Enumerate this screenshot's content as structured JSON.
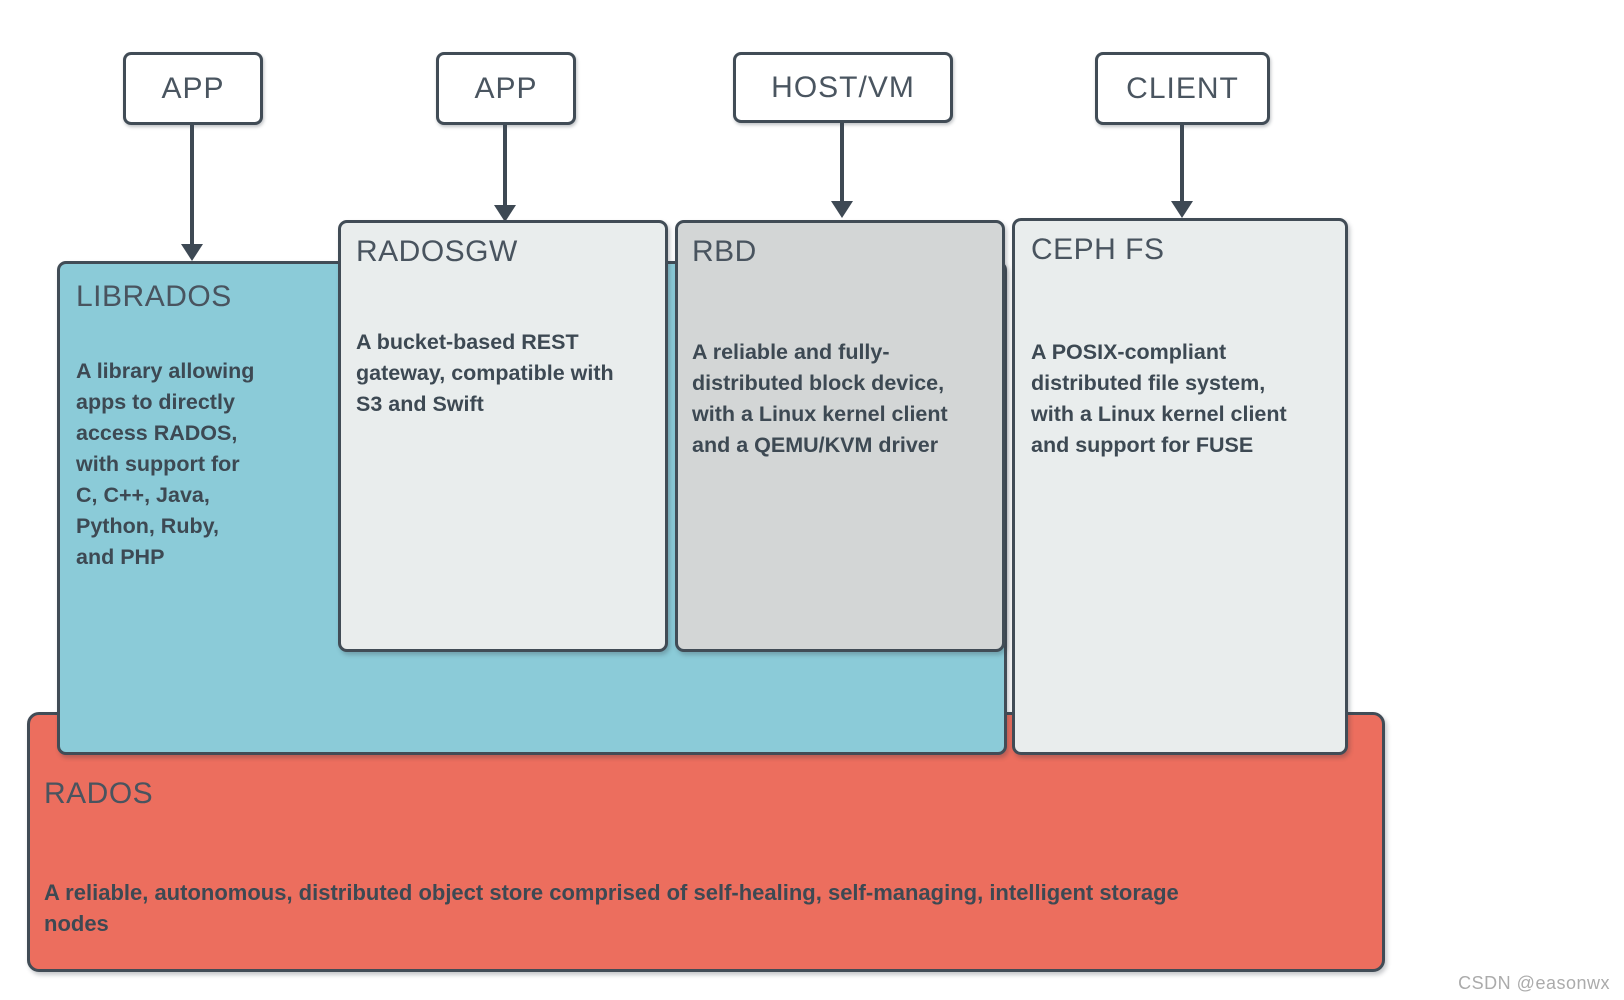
{
  "diagram": {
    "top_nodes": [
      {
        "id": "app1",
        "label": "APP"
      },
      {
        "id": "app2",
        "label": "APP"
      },
      {
        "id": "hostvm",
        "label": "HOST/VM"
      },
      {
        "id": "client",
        "label": "CLIENT"
      }
    ],
    "layers": {
      "librados": {
        "title": "LIBRADOS",
        "description": "A library allowing\napps to directly\naccess RADOS,\nwith support for\nC, C++, Java,\nPython, Ruby,\nand PHP",
        "color": "#8bcbd8"
      },
      "radosgw": {
        "title": "RADOSGW",
        "description": "A bucket-based REST\ngateway, compatible with\nS3 and Swift",
        "color": "#e9eded"
      },
      "rbd": {
        "title": "RBD",
        "description": "A reliable and fully-\ndistributed block device,\nwith a Linux kernel client\nand a QEMU/KVM driver",
        "color": "#d3d6d6"
      },
      "cephfs": {
        "title": "CEPH FS",
        "description": "A POSIX-compliant\ndistributed file system,\nwith a Linux kernel client\nand support for FUSE",
        "color": "#e9eded"
      },
      "rados": {
        "title": "RADOS",
        "description": "A reliable, autonomous, distributed object store comprised of self-healing, self-managing, intelligent storage\nnodes",
        "color": "#ec6e5e"
      }
    },
    "border_color": "#414c56",
    "watermark": "CSDN @easonwx"
  }
}
